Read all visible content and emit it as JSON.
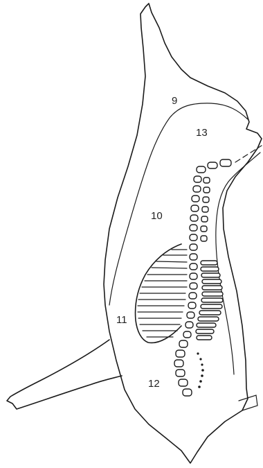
{
  "region_labels": {
    "r9": "9",
    "r10": "10",
    "r11": "11",
    "r12": "12",
    "r13": "13"
  },
  "colors": {
    "line": "#1a1a1a",
    "background": "#ffffff"
  }
}
